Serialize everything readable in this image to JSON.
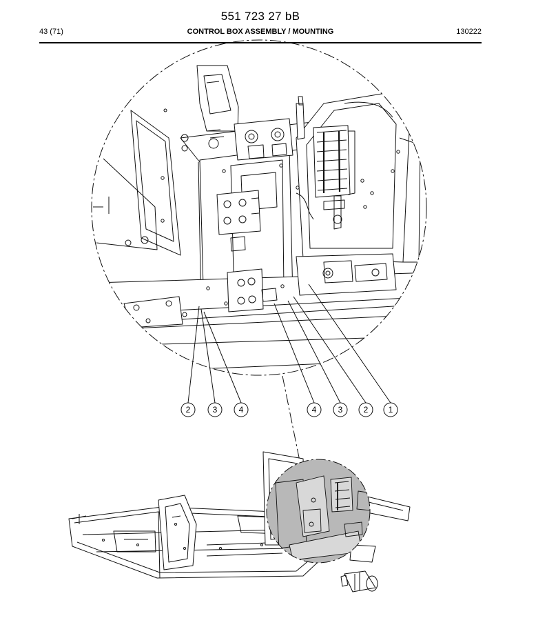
{
  "header": {
    "doc_number": "551 723 27 bB",
    "page": "43 (71)",
    "title": "CONTROL BOX ASSEMBLY / MOUNTING",
    "date": "130222"
  },
  "callouts": [
    {
      "label": "2"
    },
    {
      "label": "3"
    },
    {
      "label": "4"
    },
    {
      "label": "4"
    },
    {
      "label": "3"
    },
    {
      "label": "2"
    },
    {
      "label": "1"
    }
  ]
}
